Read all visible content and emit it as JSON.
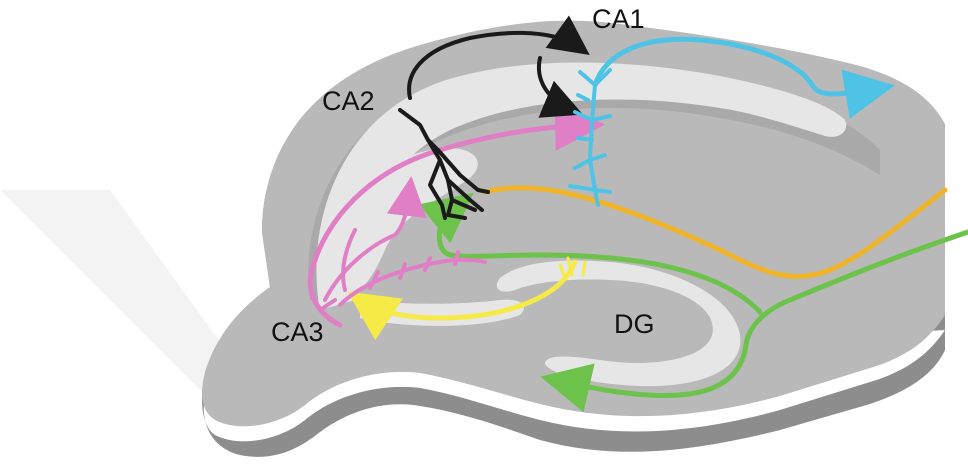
{
  "labels": {
    "ca1": "CA1",
    "ca2": "CA2",
    "ca3": "CA3",
    "dg": "DG"
  },
  "colors": {
    "slab_top": "#b9b9b9",
    "slab_side": "#8d8d8d",
    "slab_inner": "#a9a9a9",
    "layer_light": "#e6e6e6",
    "watermark": "#efefef",
    "ca1_pathway": "#4fc3e6",
    "ca2_pathway": "#1a1a1a",
    "ca3_pathway": "#e07fc6",
    "mossy_fiber": "#f5ea46",
    "perforant_lateral": "#f0b42a",
    "perforant_medial": "#6cc24a"
  },
  "icons": {
    "watermark": "faint-chevron-watermark",
    "arrowhead": "triangle-arrowhead"
  }
}
